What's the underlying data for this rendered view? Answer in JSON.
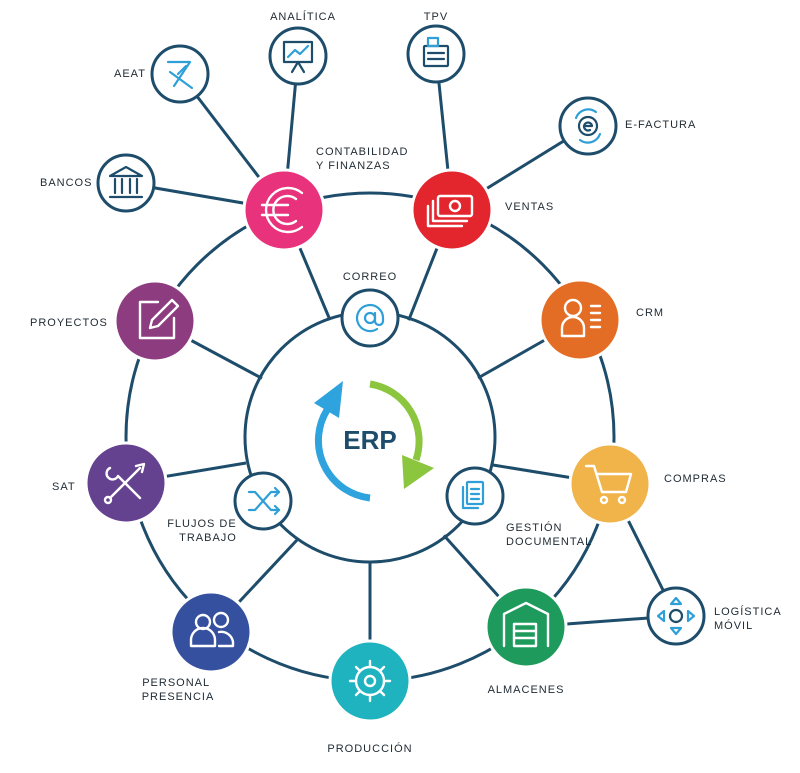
{
  "center": {
    "label": "ERP"
  },
  "modules": [
    {
      "id": "contabilidad",
      "lines": [
        "CONTABILIDAD",
        "Y FINANZAS"
      ],
      "color": "#e8327c",
      "icon": "euro-icon"
    },
    {
      "id": "ventas",
      "lines": [
        "VENTAS"
      ],
      "color": "#e3262e",
      "icon": "money-icon"
    },
    {
      "id": "crm",
      "lines": [
        "CRM"
      ],
      "color": "#e46d25",
      "icon": "customer-list-icon"
    },
    {
      "id": "compras",
      "lines": [
        "COMPRAS"
      ],
      "color": "#f0b44a",
      "icon": "cart-icon"
    },
    {
      "id": "almacenes",
      "lines": [
        "ALMACENES"
      ],
      "color": "#1d9a5c",
      "icon": "warehouse-icon"
    },
    {
      "id": "produccion",
      "lines": [
        "PRODUCCIÓN"
      ],
      "color": "#1fb3bf",
      "icon": "gear-icon"
    },
    {
      "id": "personal",
      "lines": [
        "PERSONAL",
        "PRESENCIA"
      ],
      "color": "#35509f",
      "icon": "people-icon"
    },
    {
      "id": "sat",
      "lines": [
        "SAT"
      ],
      "color": "#65428f",
      "icon": "tools-icon"
    },
    {
      "id": "proyectos",
      "lines": [
        "PROYECTOS"
      ],
      "color": "#8d3d7f",
      "icon": "edit-icon"
    }
  ],
  "inner_nodes": [
    {
      "id": "correo",
      "lines": [
        "CORREO"
      ],
      "icon": "at-icon"
    },
    {
      "id": "flujos",
      "lines": [
        "FLUJOS DE",
        "TRABAJO"
      ],
      "icon": "shuffle-icon"
    },
    {
      "id": "gestion",
      "lines": [
        "GESTIÓN",
        "DOCUMENTAL"
      ],
      "icon": "documents-icon"
    }
  ],
  "satellites": [
    {
      "id": "aeat",
      "lines": [
        "AEAT"
      ],
      "icon": "aeat-logo-icon"
    },
    {
      "id": "analitica",
      "lines": [
        "ANALÍTICA"
      ],
      "icon": "presentation-chart-icon"
    },
    {
      "id": "tpv",
      "lines": [
        "TPV"
      ],
      "icon": "cash-register-icon"
    },
    {
      "id": "efactura",
      "lines": [
        "E-FACTURA"
      ],
      "icon": "e-invoice-icon"
    },
    {
      "id": "bancos",
      "lines": [
        "BANCOS"
      ],
      "icon": "bank-icon"
    },
    {
      "id": "logistica",
      "lines": [
        "LOGÍSTICA",
        "MÓVIL"
      ],
      "icon": "directional-pad-icon"
    }
  ],
  "colors": {
    "edge": "#1e4d6b",
    "arrow_blue": "#2ea3dd",
    "arrow_green": "#8cc63f"
  }
}
